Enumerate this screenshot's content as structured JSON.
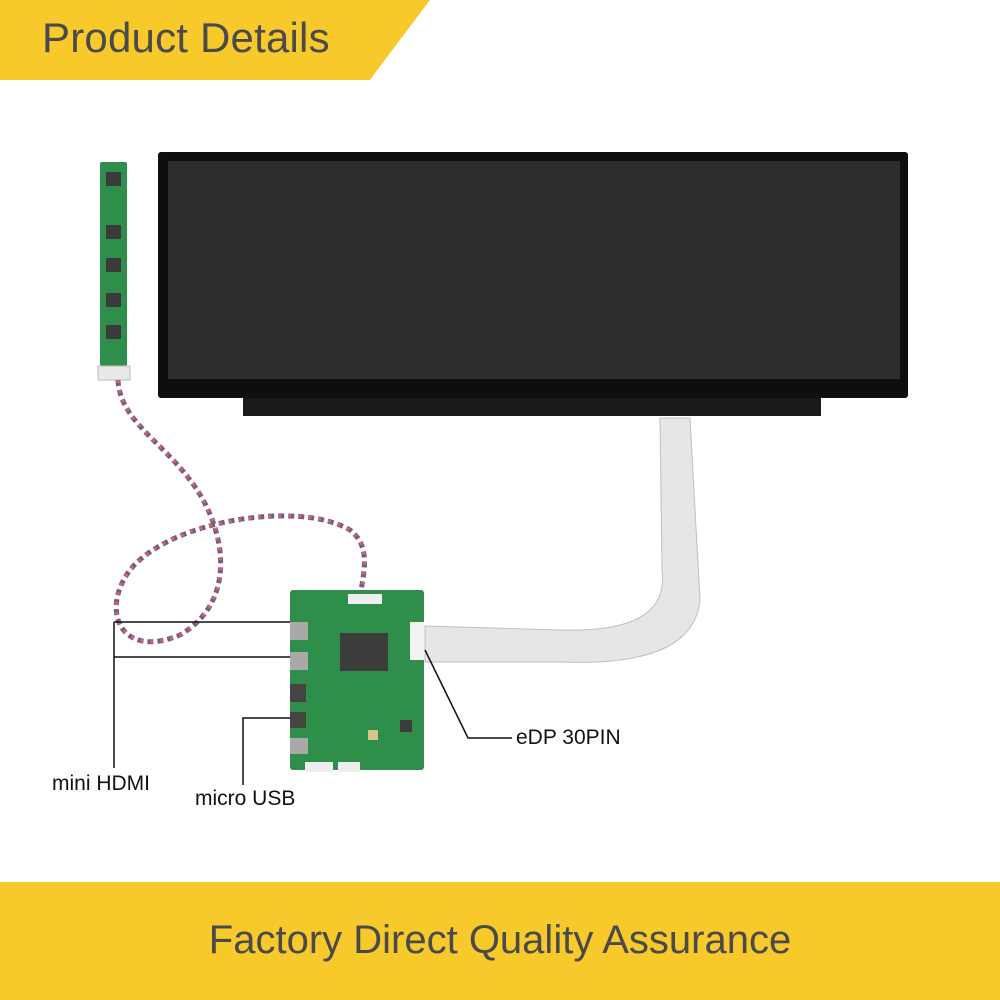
{
  "header": {
    "title": "Product Details"
  },
  "labels": {
    "mini_hdmi": "mini HDMI",
    "micro_usb": "micro USB",
    "edp": "eDP 30PIN"
  },
  "footer": {
    "text": "Factory Direct Quality Assurance"
  },
  "colors": {
    "accent": "#f7c92a",
    "text": "#4a4a4a",
    "pcb": "#2f8f4a",
    "screen": "#2d2d2d"
  }
}
